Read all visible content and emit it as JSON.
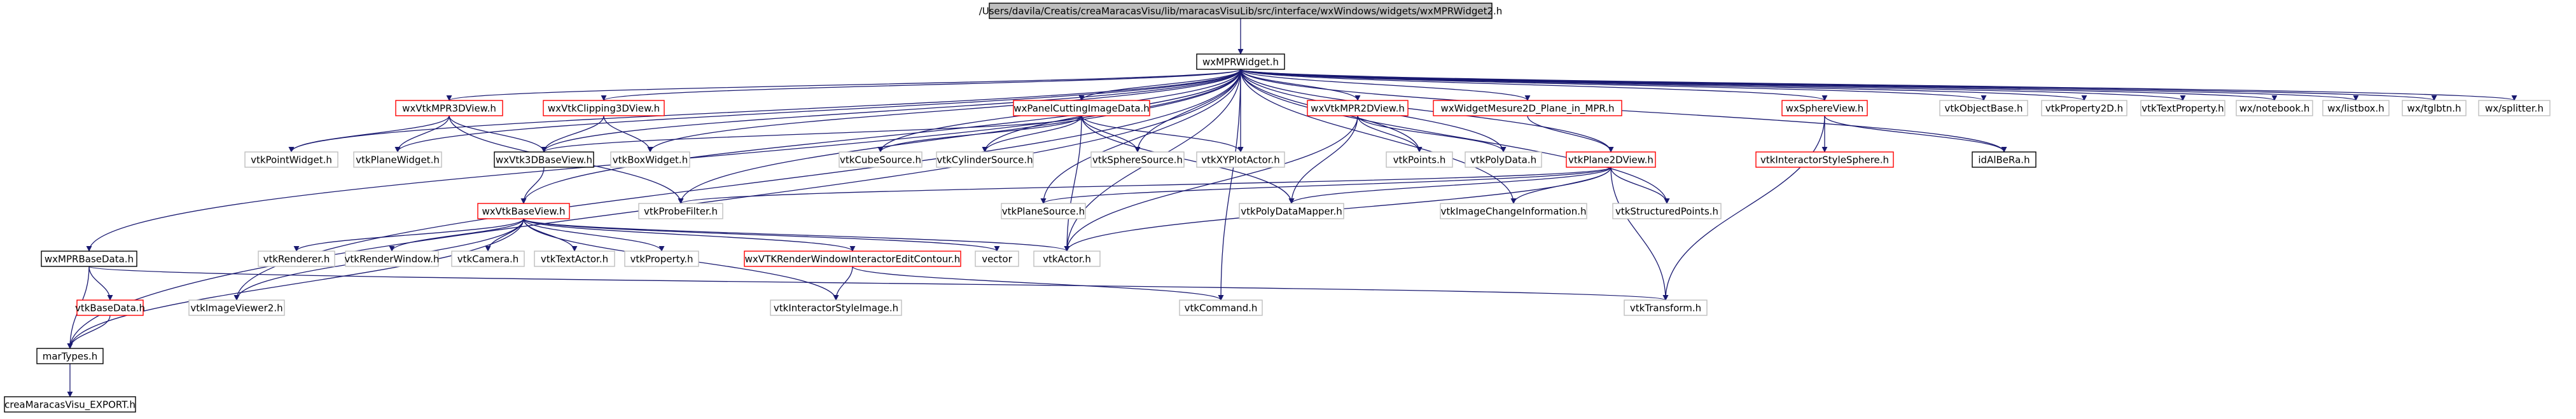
{
  "diagram": {
    "nodes": [
      {
        "id": "root",
        "label": "/Users/davila/Creatis/creaMaracasVisu/lib/maracasVisuLib/src/interface/wxWindows/widgets/wxMPRWidget2.h",
        "kind": "root"
      },
      {
        "id": "wxMPRWidget",
        "label": "wxMPRWidget.h",
        "kind": "normal"
      },
      {
        "id": "wxVtkMPR3DView",
        "label": "wxVtkMPR3DView.h",
        "kind": "red"
      },
      {
        "id": "wxVtkClipping3DView",
        "label": "wxVtkClipping3DView.h",
        "kind": "red"
      },
      {
        "id": "wxPanelCuttingImageData",
        "label": "wxPanelCuttingImageData.h",
        "kind": "red"
      },
      {
        "id": "wxVtkMPR2DView",
        "label": "wxVtkMPR2DView.h",
        "kind": "red"
      },
      {
        "id": "wxWidgetMesure2D",
        "label": "wxWidgetMesure2D_Plane_in_MPR.h",
        "kind": "red"
      },
      {
        "id": "wxSphereView",
        "label": "wxSphereView.h",
        "kind": "red"
      },
      {
        "id": "vtkObjectBase",
        "label": "vtkObjectBase.h",
        "kind": "gray"
      },
      {
        "id": "vtkProperty2D",
        "label": "vtkProperty2D.h",
        "kind": "gray"
      },
      {
        "id": "vtkTextProperty",
        "label": "vtkTextProperty.h",
        "kind": "gray"
      },
      {
        "id": "wxnotebook",
        "label": "wx/notebook.h",
        "kind": "gray"
      },
      {
        "id": "wxlistbox",
        "label": "wx/listbox.h",
        "kind": "gray"
      },
      {
        "id": "wxtglbtn",
        "label": "wx/tglbtn.h",
        "kind": "gray"
      },
      {
        "id": "wxsplitter",
        "label": "wx/splitter.h",
        "kind": "gray"
      },
      {
        "id": "vtkPointWidget",
        "label": "vtkPointWidget.h",
        "kind": "gray"
      },
      {
        "id": "vtkPlaneWidget",
        "label": "vtkPlaneWidget.h",
        "kind": "gray"
      },
      {
        "id": "wxVtk3DBaseView",
        "label": "wxVtk3DBaseView.h",
        "kind": "normal"
      },
      {
        "id": "vtkBoxWidget",
        "label": "vtkBoxWidget.h",
        "kind": "gray"
      },
      {
        "id": "vtkCubeSource",
        "label": "vtkCubeSource.h",
        "kind": "gray"
      },
      {
        "id": "vtkCylinderSource",
        "label": "vtkCylinderSource.h",
        "kind": "gray"
      },
      {
        "id": "vtkSphereSource",
        "label": "vtkSphereSource.h",
        "kind": "gray"
      },
      {
        "id": "vtkXYPlotActor",
        "label": "vtkXYPlotActor.h",
        "kind": "gray"
      },
      {
        "id": "vtkPoints",
        "label": "vtkPoints.h",
        "kind": "gray"
      },
      {
        "id": "vtkPolyData",
        "label": "vtkPolyData.h",
        "kind": "gray"
      },
      {
        "id": "vtkPlane2DView",
        "label": "vtkPlane2DView.h",
        "kind": "red"
      },
      {
        "id": "vtkInteractorStyleSphere",
        "label": "vtkInteractorStyleSphere.h",
        "kind": "red"
      },
      {
        "id": "idAlBeRa",
        "label": "idAlBeRa.h",
        "kind": "normal"
      },
      {
        "id": "wxVtkBaseView",
        "label": "wxVtkBaseView.h",
        "kind": "red"
      },
      {
        "id": "vtkProbeFilter",
        "label": "vtkProbeFilter.h",
        "kind": "gray"
      },
      {
        "id": "vtkPlaneSource",
        "label": "vtkPlaneSource.h",
        "kind": "gray"
      },
      {
        "id": "vtkPolyDataMapper",
        "label": "vtkPolyDataMapper.h",
        "kind": "gray"
      },
      {
        "id": "vtkImageChangeInformation",
        "label": "vtkImageChangeInformation.h",
        "kind": "gray"
      },
      {
        "id": "vtkStructuredPoints",
        "label": "vtkStructuredPoints.h",
        "kind": "gray"
      },
      {
        "id": "wxMPRBaseData",
        "label": "wxMPRBaseData.h",
        "kind": "normal"
      },
      {
        "id": "vtkRenderer",
        "label": "vtkRenderer.h",
        "kind": "gray"
      },
      {
        "id": "vtkRenderWindow",
        "label": "vtkRenderWindow.h",
        "kind": "gray"
      },
      {
        "id": "vtkCamera",
        "label": "vtkCamera.h",
        "kind": "gray"
      },
      {
        "id": "vtkTextActor",
        "label": "vtkTextActor.h",
        "kind": "gray"
      },
      {
        "id": "vtkProperty",
        "label": "vtkProperty.h",
        "kind": "gray"
      },
      {
        "id": "wxVTKRenderWindowInteractorEditContour",
        "label": "wxVTKRenderWindowInteractorEditContour.h",
        "kind": "red"
      },
      {
        "id": "vector",
        "label": "vector",
        "kind": "gray"
      },
      {
        "id": "vtkActor",
        "label": "vtkActor.h",
        "kind": "gray"
      },
      {
        "id": "vtkBaseData",
        "label": "vtkBaseData.h",
        "kind": "red"
      },
      {
        "id": "vtkImageViewer2",
        "label": "vtkImageViewer2.h",
        "kind": "gray"
      },
      {
        "id": "vtkInteractorStyleImage",
        "label": "vtkInteractorStyleImage.h",
        "kind": "gray"
      },
      {
        "id": "vtkCommand",
        "label": "vtkCommand.h",
        "kind": "gray"
      },
      {
        "id": "vtkTransform",
        "label": "vtkTransform.h",
        "kind": "gray"
      },
      {
        "id": "marTypes",
        "label": "marTypes.h",
        "kind": "normal"
      },
      {
        "id": "creaMaracasVisu_EXPORT",
        "label": "creaMaracasVisu_EXPORT.h",
        "kind": "normal"
      }
    ],
    "edges": [
      [
        "root",
        "wxMPRWidget"
      ],
      [
        "wxMPRWidget",
        "wxVtkMPR3DView"
      ],
      [
        "wxMPRWidget",
        "wxVtkClipping3DView"
      ],
      [
        "wxMPRWidget",
        "wxPanelCuttingImageData"
      ],
      [
        "wxMPRWidget",
        "wxVtkMPR2DView"
      ],
      [
        "wxMPRWidget",
        "wxWidgetMesure2D"
      ],
      [
        "wxMPRWidget",
        "wxSphereView"
      ],
      [
        "wxMPRWidget",
        "vtkObjectBase"
      ],
      [
        "wxMPRWidget",
        "vtkProperty2D"
      ],
      [
        "wxMPRWidget",
        "vtkTextProperty"
      ],
      [
        "wxMPRWidget",
        "wxnotebook"
      ],
      [
        "wxMPRWidget",
        "wxlistbox"
      ],
      [
        "wxMPRWidget",
        "wxtglbtn"
      ],
      [
        "wxMPRWidget",
        "wxsplitter"
      ],
      [
        "wxMPRWidget",
        "vtkPointWidget"
      ],
      [
        "wxMPRWidget",
        "vtkPlaneWidget"
      ],
      [
        "wxMPRWidget",
        "wxVtk3DBaseView"
      ],
      [
        "wxMPRWidget",
        "vtkBoxWidget"
      ],
      [
        "wxMPRWidget",
        "vtkCubeSource"
      ],
      [
        "wxMPRWidget",
        "vtkCylinderSource"
      ],
      [
        "wxMPRWidget",
        "vtkSphereSource"
      ],
      [
        "wxMPRWidget",
        "vtkXYPlotActor"
      ],
      [
        "wxMPRWidget",
        "vtkPoints"
      ],
      [
        "wxMPRWidget",
        "vtkPolyData"
      ],
      [
        "wxMPRWidget",
        "vtkPlane2DView"
      ],
      [
        "wxMPRWidget",
        "idAlBeRa"
      ],
      [
        "wxMPRWidget",
        "wxVtkBaseView"
      ],
      [
        "wxMPRWidget",
        "vtkProbeFilter"
      ],
      [
        "wxMPRWidget",
        "vtkPlaneSource"
      ],
      [
        "wxMPRWidget",
        "vtkImageChangeInformation"
      ],
      [
        "wxMPRWidget",
        "vtkStructuredPoints"
      ],
      [
        "wxMPRWidget",
        "wxMPRBaseData"
      ],
      [
        "wxMPRWidget",
        "vtkActor"
      ],
      [
        "wxMPRWidget",
        "vtkImageViewer2"
      ],
      [
        "wxMPRWidget",
        "vtkCommand"
      ],
      [
        "wxMPRWidget",
        "marTypes"
      ],
      [
        "wxVtkMPR3DView",
        "vtkPointWidget"
      ],
      [
        "wxVtkMPR3DView",
        "vtkPlaneWidget"
      ],
      [
        "wxVtkMPR3DView",
        "wxVtk3DBaseView"
      ],
      [
        "wxVtkMPR3DView",
        "vtkProbeFilter"
      ],
      [
        "wxVtkClipping3DView",
        "wxVtk3DBaseView"
      ],
      [
        "wxVtkClipping3DView",
        "vtkBoxWidget"
      ],
      [
        "wxPanelCuttingImageData",
        "wxVtk3DBaseView"
      ],
      [
        "wxPanelCuttingImageData",
        "vtkCubeSource"
      ],
      [
        "wxPanelCuttingImageData",
        "vtkCylinderSource"
      ],
      [
        "wxPanelCuttingImageData",
        "vtkSphereSource"
      ],
      [
        "wxPanelCuttingImageData",
        "vtkXYPlotActor"
      ],
      [
        "wxPanelCuttingImageData",
        "vtkPolyDataMapper"
      ],
      [
        "wxPanelCuttingImageData",
        "vtkActor"
      ],
      [
        "wxVtkMPR2DView",
        "vtkPoints"
      ],
      [
        "wxVtkMPR2DView",
        "vtkPolyData"
      ],
      [
        "wxVtkMPR2DView",
        "vtkPolyDataMapper"
      ],
      [
        "wxVtkMPR2DView",
        "vtkActor"
      ],
      [
        "wxWidgetMesure2D",
        "vtkPlane2DView"
      ],
      [
        "wxSphereView",
        "vtkInteractorStyleSphere"
      ],
      [
        "wxSphereView",
        "idAlBeRa"
      ],
      [
        "wxSphereView",
        "vtkTransform"
      ],
      [
        "wxVtk3DBaseView",
        "wxVtkBaseView"
      ],
      [
        "vtkPlane2DView",
        "vtkProbeFilter"
      ],
      [
        "vtkPlane2DView",
        "vtkPlaneSource"
      ],
      [
        "vtkPlane2DView",
        "vtkPolyDataMapper"
      ],
      [
        "vtkPlane2DView",
        "vtkImageChangeInformation"
      ],
      [
        "vtkPlane2DView",
        "vtkStructuredPoints"
      ],
      [
        "vtkPlane2DView",
        "vtkActor"
      ],
      [
        "vtkPlane2DView",
        "vtkTransform"
      ],
      [
        "wxVtkBaseView",
        "vtkRenderer"
      ],
      [
        "wxVtkBaseView",
        "vtkRenderWindow"
      ],
      [
        "wxVtkBaseView",
        "vtkCamera"
      ],
      [
        "wxVtkBaseView",
        "vtkTextActor"
      ],
      [
        "wxVtkBaseView",
        "vtkProperty"
      ],
      [
        "wxVtkBaseView",
        "wxVTKRenderWindowInteractorEditContour"
      ],
      [
        "wxVtkBaseView",
        "vector"
      ],
      [
        "wxVtkBaseView",
        "vtkActor"
      ],
      [
        "wxVtkBaseView",
        "vtkImageViewer2"
      ],
      [
        "wxVtkBaseView",
        "vtkInteractorStyleImage"
      ],
      [
        "wxVtkBaseView",
        "marTypes"
      ],
      [
        "wxVTKRenderWindowInteractorEditContour",
        "vtkInteractorStyleImage"
      ],
      [
        "wxVTKRenderWindowInteractorEditContour",
        "vtkCommand"
      ],
      [
        "wxMPRBaseData",
        "vtkBaseData"
      ],
      [
        "wxMPRBaseData",
        "marTypes"
      ],
      [
        "wxMPRBaseData",
        "vtkTransform"
      ],
      [
        "vtkBaseData",
        "marTypes"
      ],
      [
        "marTypes",
        "creaMaracasVisu_EXPORT"
      ]
    ]
  }
}
